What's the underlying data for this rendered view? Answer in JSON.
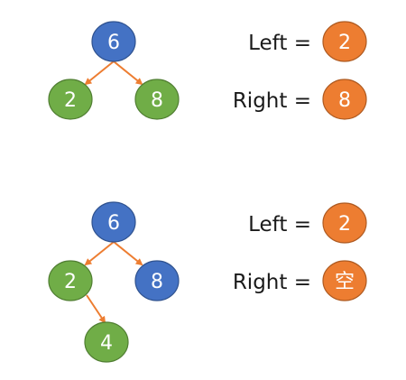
{
  "colors": {
    "root_fill": "#4472c4",
    "child_fill": "#70ad47",
    "result_fill": "#ed7d31",
    "edge": "#ed7d31",
    "node_stroke": "#2f528f",
    "child_stroke": "#507e32",
    "result_stroke": "#ae5a21"
  },
  "example1": {
    "tree": {
      "root": "6",
      "left": "2",
      "right": "8"
    },
    "results": {
      "left_label": "Left",
      "left_value": "2",
      "right_label": "Right",
      "right_value": "8",
      "equals": "="
    }
  },
  "example2": {
    "tree": {
      "root": "6",
      "left": "2",
      "right": "8",
      "left_right_child": "4"
    },
    "results": {
      "left_label": "Left",
      "left_value": "2",
      "right_label": "Right",
      "right_value": "空",
      "equals": "="
    }
  }
}
